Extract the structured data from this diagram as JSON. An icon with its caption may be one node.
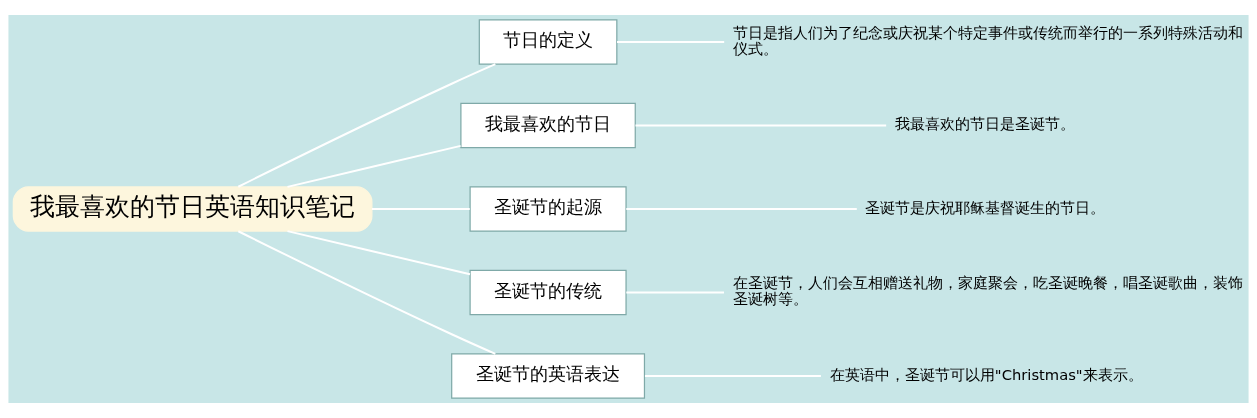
{
  "diagram": {
    "nodes": [
      {
        "text": [
          "我最喜欢的节日英语知识笔记"
        ]
      },
      {
        "text": [
          "节日的定义"
        ]
      },
      {
        "text": [
          "节日是指人们为了纪念或庆祝某个特定事件或传统而举行的一系列特殊活动和仪式。"
        ]
      },
      {
        "text": [
          "我最喜欢的节日"
        ]
      },
      {
        "text": [
          "我最喜欢的节日是圣诞节。"
        ]
      },
      {
        "text": [
          "圣诞节的起源"
        ]
      },
      {
        "text": [
          "圣诞节是庆祝耶稣基督诞生的节日。"
        ]
      },
      {
        "text": [
          "圣诞节的传统"
        ]
      },
      {
        "text": [
          "在圣诞节，人们会互相赠送礼物，家庭聚会，吃圣诞晚餐，唱圣诞歌曲，装饰圣诞树等。"
        ]
      },
      {
        "text": [
          "圣诞节的英语表达"
        ]
      },
      {
        "text": [
          "在英语中，圣诞节可以用\"Christmas\"来表示。"
        ]
      }
    ],
    "edges": [
      {
        "from": 0,
        "to": 1,
        "arrow": "none"
      },
      {
        "from": 1,
        "to": 2,
        "arrow": "none"
      },
      {
        "from": 0,
        "to": 3,
        "arrow": "none"
      },
      {
        "from": 3,
        "to": 4,
        "arrow": "none"
      },
      {
        "from": 0,
        "to": 5,
        "arrow": "none"
      },
      {
        "from": 5,
        "to": 6,
        "arrow": "none"
      },
      {
        "from": 0,
        "to": 7,
        "arrow": "none"
      },
      {
        "from": 7,
        "to": 8,
        "arrow": "none"
      },
      {
        "from": 0,
        "to": 9,
        "arrow": "none"
      },
      {
        "from": 9,
        "to": 10,
        "arrow": "none"
      }
    ]
  }
}
